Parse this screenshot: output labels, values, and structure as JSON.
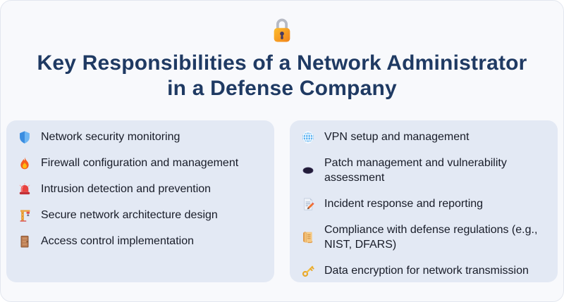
{
  "page": {
    "header_icon": "lock-icon",
    "title_line1": "Key Responsibilities of a Network Administrator",
    "title_line2": "in a Defense Company"
  },
  "colors": {
    "page_background": "#f8f9fc",
    "card_background": "#e3e9f4",
    "title_text": "#1f3a63",
    "item_text": "#181c28",
    "lock_body": "#f79a1c",
    "shield_blue": "#3b8de0",
    "key_gold": "#e8a92d"
  },
  "cards": [
    {
      "name": "left-card",
      "items": [
        {
          "icon": "shield-icon",
          "label": "Network security monitoring"
        },
        {
          "icon": "fire-icon",
          "label": "Firewall configuration and management"
        },
        {
          "icon": "siren-icon",
          "label": "Intrusion detection and prevention"
        },
        {
          "icon": "crane-icon",
          "label": "Secure network architecture design"
        },
        {
          "icon": "door-icon",
          "label": "Access control implementation"
        }
      ]
    },
    {
      "name": "right-card",
      "items": [
        {
          "icon": "globe-icon",
          "label": "VPN setup and management"
        },
        {
          "icon": "hole-icon",
          "label": "Patch management and vulnerability assessment"
        },
        {
          "icon": "memo-icon",
          "label": "Incident response and reporting"
        },
        {
          "icon": "scroll-icon",
          "label": "Compliance with defense regulations (e.g., NIST, DFARS)"
        },
        {
          "icon": "key-icon",
          "label": "Data encryption for network transmission"
        }
      ]
    }
  ]
}
